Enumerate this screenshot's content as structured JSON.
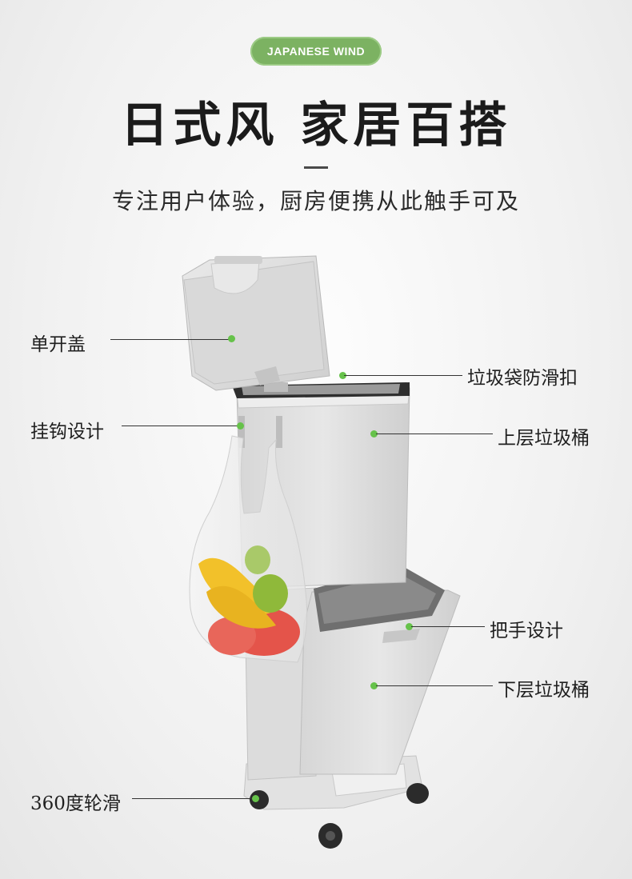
{
  "badge": "JAPANESE WIND",
  "title": "日式风 家居百搭",
  "subtitle": "专注用户体验，厨房便携从此触手可及",
  "callouts": {
    "lid": "单开盖",
    "bag_clip": "垃圾袋防滑扣",
    "hook": "挂钩设计",
    "upper_bin": "上层垃圾桶",
    "handle": "把手设计",
    "lower_bin": "下层垃圾桶",
    "wheels": "360度轮滑"
  },
  "colors": {
    "accent": "#7cb262",
    "dot": "#66c24a"
  }
}
